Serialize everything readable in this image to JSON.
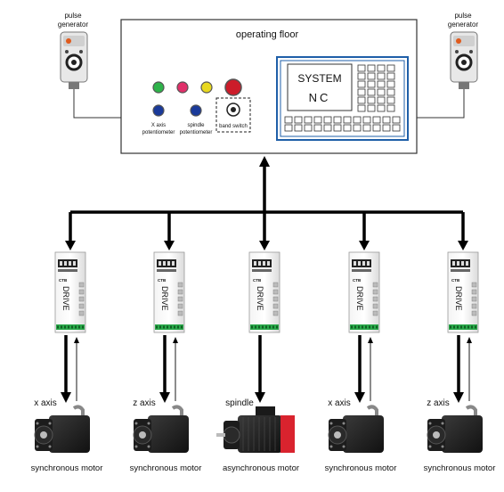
{
  "pulse_generators": [
    {
      "label_line1": "pulse",
      "label_line2": "generator"
    },
    {
      "label_line1": "pulse",
      "label_line2": "generator"
    }
  ],
  "operating_floor": {
    "title": "operating floor",
    "x_pot_line1": "X axis",
    "x_pot_line2": "potentiometer",
    "spindle_pot_line1": "spindle",
    "spindle_pot_line2": "potentiometer",
    "band_switch_label": "band switch",
    "indicator_colors": [
      "#2eb34a",
      "#e0306a",
      "#e8d820",
      "#cc1c2a"
    ],
    "knob_color": "#1a3a9a"
  },
  "nc_system": {
    "line1": "SYSTEM",
    "line2": "NC",
    "frame_color": "#1f5fa8"
  },
  "drives": [
    {
      "brand": "CTB",
      "label": "DRIVE"
    },
    {
      "brand": "CTB",
      "label": "DRIVE"
    },
    {
      "brand": "CTB",
      "label": "DRIVE"
    },
    {
      "brand": "CTB",
      "label": "DRIVE"
    },
    {
      "brand": "CTB",
      "label": "DRIVE"
    }
  ],
  "motors": [
    {
      "axis": "x axis",
      "type": "synchronous motor",
      "kind": "sync"
    },
    {
      "axis": "z axis",
      "type": "synchronous motor",
      "kind": "sync"
    },
    {
      "axis": "spindle",
      "type": "asynchronous motor",
      "kind": "async"
    },
    {
      "axis": "x axis",
      "type": "synchronous motor",
      "kind": "sync"
    },
    {
      "axis": "z axis",
      "type": "synchronous motor",
      "kind": "sync"
    }
  ]
}
